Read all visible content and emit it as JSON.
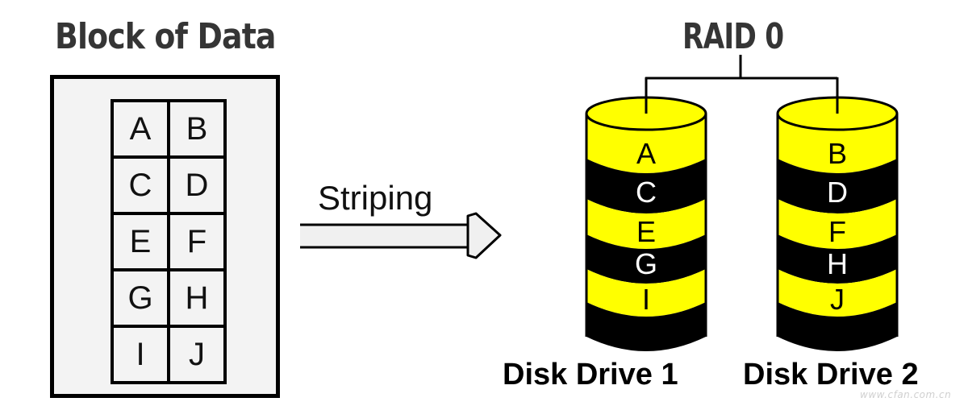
{
  "left_panel": {
    "title": "Block of Data",
    "cells": [
      "A",
      "B",
      "C",
      "D",
      "E",
      "F",
      "G",
      "H",
      "I",
      "J"
    ]
  },
  "arrow": {
    "label": "Striping"
  },
  "right_panel": {
    "title": "RAID 0",
    "colors": {
      "stripe_light": "#ffff00",
      "stripe_dark": "#000000",
      "text_on_light": "#000000",
      "text_on_dark": "#ffffff"
    },
    "disks": [
      {
        "label": "Disk Drive 1",
        "blocks": [
          "A",
          "C",
          "E",
          "G",
          "I"
        ]
      },
      {
        "label": "Disk Drive 2",
        "blocks": [
          "B",
          "D",
          "F",
          "H",
          "J"
        ]
      }
    ]
  },
  "watermark": "www.cfan.com.cn"
}
